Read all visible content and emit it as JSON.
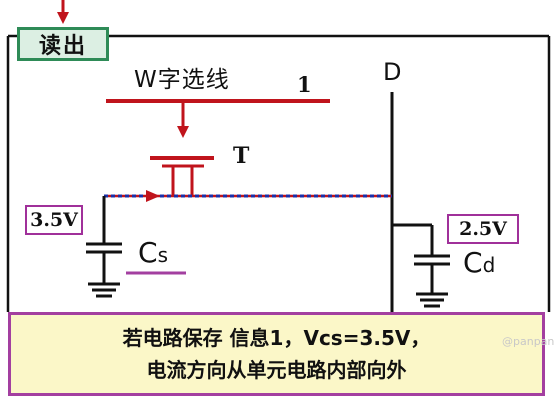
{
  "readout_label": "读出",
  "wordline": {
    "label": "W字选线",
    "value": "1"
  },
  "bitline_label": "D",
  "transistor_label": "T",
  "cs_label": {
    "main": "C",
    "sub": "s"
  },
  "cd_label": {
    "main": "C",
    "sub": "d"
  },
  "vcs": "3.5V",
  "vcd": "2.5V",
  "note": {
    "line1": "若电路保存 信息1，Vcs=3.5V，",
    "line2": "电流方向从单元电路内部向外"
  },
  "watermark": "@panpan",
  "colors": {
    "wordline": "#c0141c",
    "current_path": "#1a2fa8",
    "wire": "#111111",
    "note_border": "#a33fa0",
    "note_bg": "#fbf7c8",
    "readout_border": "#2e8b57"
  }
}
